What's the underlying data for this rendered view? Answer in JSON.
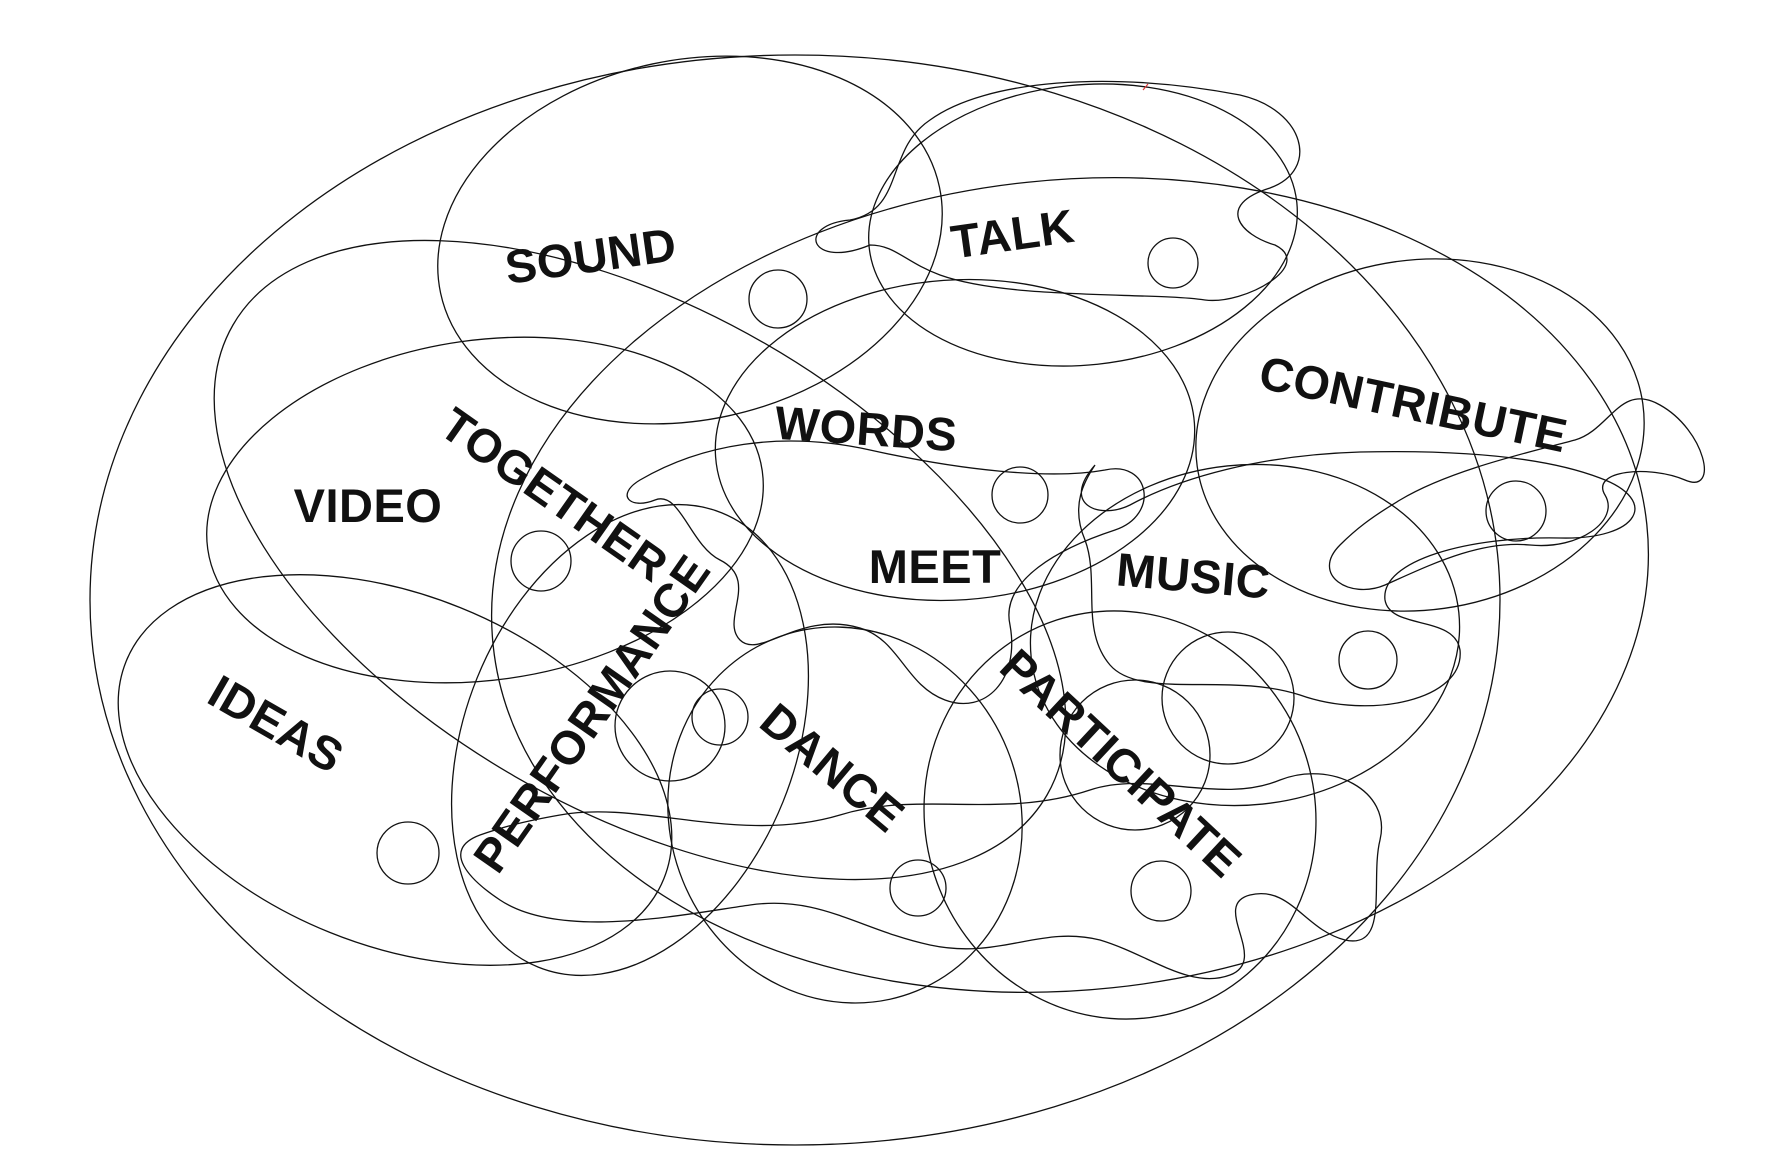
{
  "colors": {
    "background": "#ffffff",
    "outline": "#111111",
    "text": "#111111",
    "mark": "#e03a3a"
  },
  "words": {
    "sound": "SOUND",
    "talk": "TALK",
    "contribute": "CONTRIBUTE",
    "words": "WORDS",
    "video": "VIDEO",
    "together": "TOGETHER",
    "meet": "MEET",
    "music": "MUSIC",
    "performance": "PERFORMANCE",
    "ideas": "IDEAS",
    "dance": "DANCE",
    "participate": "PARTICIPATE"
  }
}
